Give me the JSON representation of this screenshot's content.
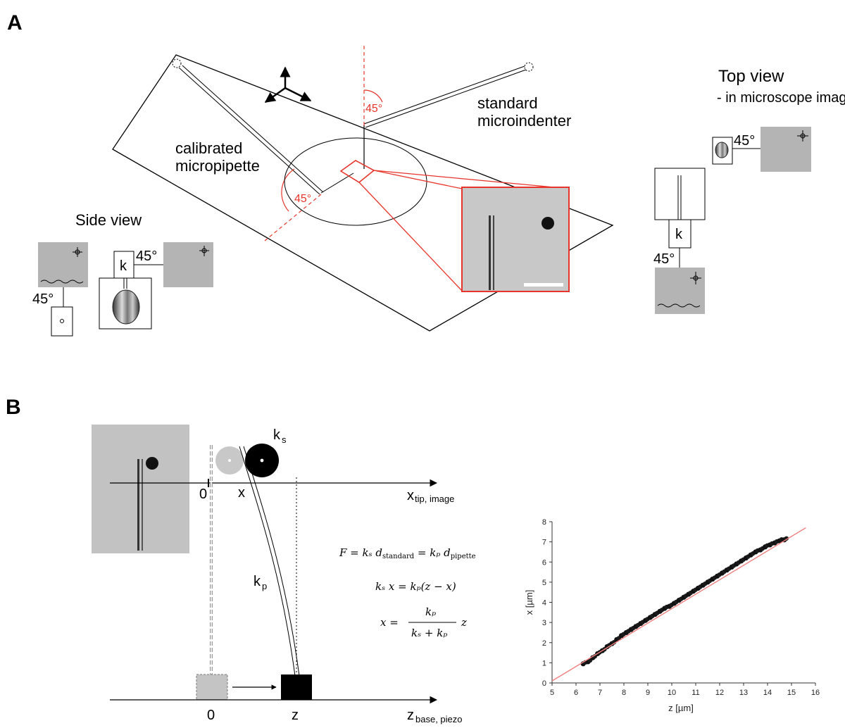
{
  "panels": {
    "a": "A",
    "b": "B"
  },
  "panel_a": {
    "label_calibrated": [
      "calibrated",
      "micropipette"
    ],
    "label_standard": [
      "standard",
      "microindenter"
    ],
    "angle": "45°",
    "side_view_title": "Side view",
    "side_angle": "45°",
    "side_k": "k",
    "top_view_title": "Top view",
    "top_view_subtitle": "- in microscope image",
    "top_angle_1": "45°",
    "top_angle_2": "45°",
    "top_k": "k"
  },
  "panel_b": {
    "axis_x_label": "x",
    "axis_x_sub": "tip, image",
    "axis_z_label": "z",
    "axis_z_sub": "base, piezo",
    "zero_top": "0",
    "x_mark": "x",
    "zero_bottom": "0",
    "z_mark": "z",
    "ks_main": "k",
    "ks_sub": "s",
    "kp_main": "k",
    "kp_sub": "p",
    "eq1": "F = kₛ d",
    "eq1_sub1": "standard",
    "eq1_mid": " = kₚ d",
    "eq1_sub2": "pipette",
    "eq2": "kₛ x = kₚ(z − x)",
    "eq3_lhs": "x =",
    "eq3_num": "kₚ",
    "eq3_den": "kₛ + kₚ",
    "eq3_rhs": "z"
  },
  "colors": {
    "accent_red": "#e8352b",
    "gray_box": "#b4b4b4",
    "fit_line": "#f08080"
  },
  "chart_data": {
    "type": "scatter",
    "xlabel": "z [µm]",
    "ylabel": "x [µm]",
    "xlim": [
      5,
      16
    ],
    "ylim": [
      0,
      8
    ],
    "xticks": [
      "5",
      "6",
      "7",
      "8",
      "9",
      "10",
      "11",
      "12",
      "13",
      "14",
      "15",
      "16"
    ],
    "yticks": [
      "0",
      "1",
      "2",
      "3",
      "4",
      "5",
      "6",
      "7",
      "8"
    ],
    "grid": false,
    "fit_line": {
      "x": [
        5,
        15.6
      ],
      "y": [
        0.1,
        7.7
      ]
    },
    "points": {
      "x": [
        6.3,
        6.5,
        6.7,
        6.9,
        7.1,
        7.3,
        7.5,
        7.7,
        7.9,
        8.1,
        8.3,
        8.5,
        8.7,
        8.9,
        9.1,
        9.3,
        9.5,
        9.7,
        9.9,
        10.1,
        10.3,
        10.5,
        10.7,
        10.9,
        11.1,
        11.3,
        11.5,
        11.7,
        11.9,
        12.1,
        12.3,
        12.5,
        12.7,
        12.9,
        13.1,
        13.3,
        13.5,
        13.7,
        13.9,
        14.1,
        14.3,
        14.5,
        14.7
      ],
      "y": [
        0.95,
        1.05,
        1.25,
        1.45,
        1.6,
        1.8,
        1.95,
        2.15,
        2.35,
        2.5,
        2.65,
        2.8,
        2.95,
        3.1,
        3.25,
        3.4,
        3.55,
        3.7,
        3.8,
        3.95,
        4.1,
        4.25,
        4.4,
        4.55,
        4.7,
        4.85,
        5.0,
        5.15,
        5.3,
        5.45,
        5.6,
        5.75,
        5.9,
        6.05,
        6.2,
        6.35,
        6.5,
        6.6,
        6.75,
        6.85,
        6.95,
        7.05,
        7.1
      ]
    }
  }
}
